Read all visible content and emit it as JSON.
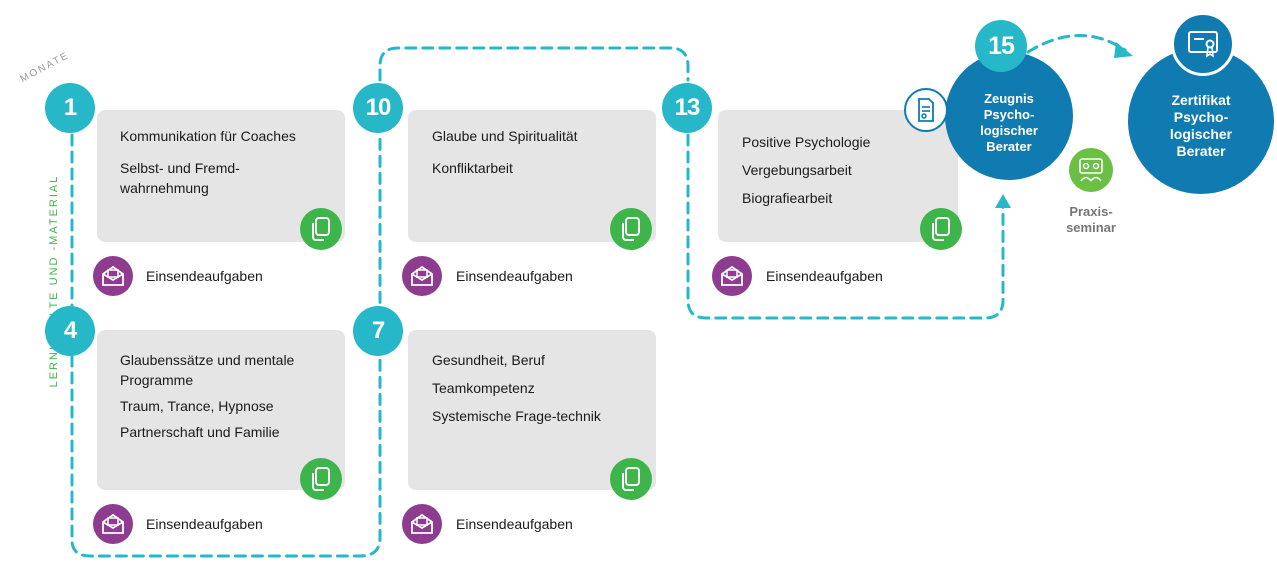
{
  "labels": {
    "monate": "MONATE",
    "side": "LERNINHALTE UND -MATERIAL",
    "assignment": "Einsendeaufgaben"
  },
  "modules": [
    {
      "number": "1",
      "items": [
        "Kommunikation für Coaches",
        "Selbst- und Fremd-wahrnehmung"
      ]
    },
    {
      "number": "10",
      "items": [
        "Glaube und Spiritualität",
        "Konfliktarbeit"
      ]
    },
    {
      "number": "13",
      "items": [
        "Positive Psychologie",
        "Vergebungsarbeit",
        "Biografiearbeit"
      ]
    },
    {
      "number": "4",
      "items": [
        "Glaubenssätze und mentale Programme",
        "Traum, Trance, Hypnose",
        "Partnerschaft und Familie"
      ]
    },
    {
      "number": "7",
      "items": [
        "Gesundheit, Beruf",
        "Teamkompetenz",
        "Systemische Frage-technik"
      ]
    }
  ],
  "final": {
    "number": "15",
    "zeugnis": "Zeugnis\nPsycho-\nlogischer\nBerater",
    "praxis": "Praxis-\nseminar",
    "zertifikat": "Zertifikat\nPsycho-\nlogischer\nBerater"
  },
  "colors": {
    "teal": "#26b8c8",
    "green": "#3db54a",
    "purple": "#8d3c8f",
    "blue": "#0f7bb0",
    "box": "#e5e5e6"
  }
}
